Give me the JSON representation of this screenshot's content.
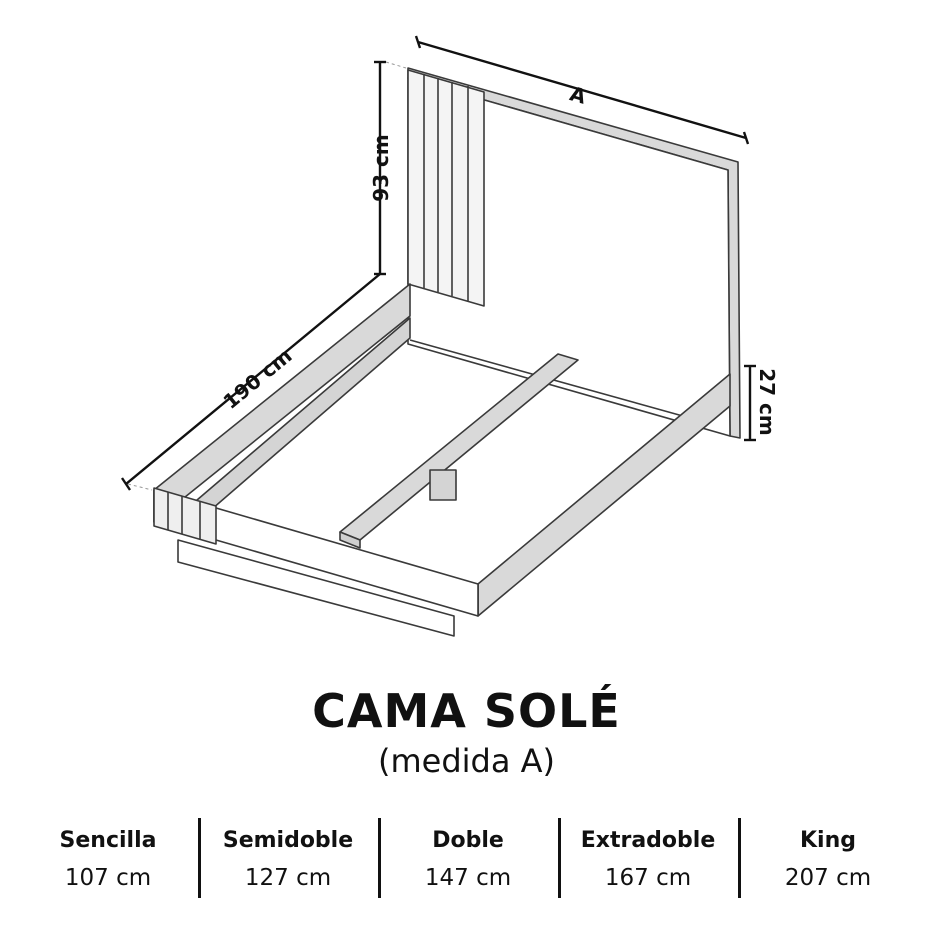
{
  "diagram": {
    "labels": {
      "width": "A",
      "headboard_height": "93 cm",
      "length": "190 cm",
      "frame_height": "27 cm"
    }
  },
  "title": "CAMA SOLÉ",
  "subtitle": "(medida A)",
  "sizes": [
    {
      "name": "Sencilla",
      "value": "107 cm"
    },
    {
      "name": "Semidoble",
      "value": "127 cm"
    },
    {
      "name": "Doble",
      "value": "147 cm"
    },
    {
      "name": "Extradoble",
      "value": "167 cm"
    },
    {
      "name": "King",
      "value": "207 cm"
    }
  ]
}
